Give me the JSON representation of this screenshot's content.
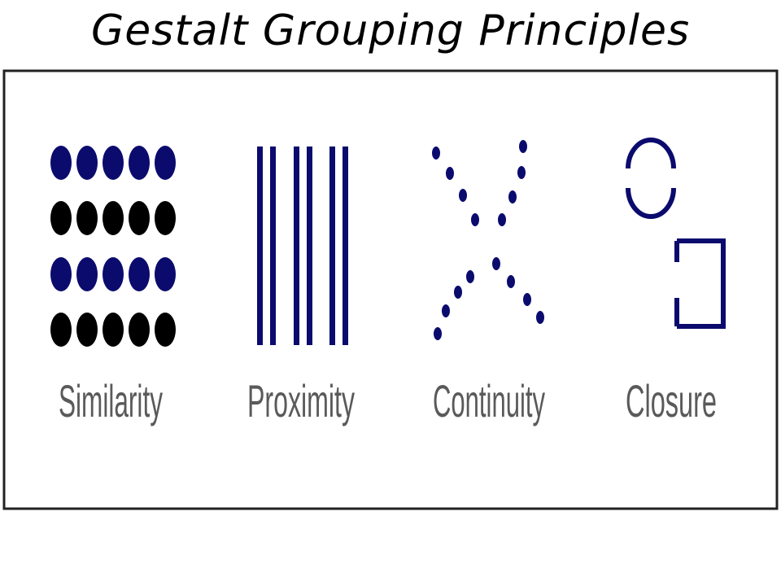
{
  "title": "Gestalt Grouping Principles",
  "colors": {
    "navy": "#0b0b6e",
    "black": "#000000",
    "label_gray": "#5a5a5a",
    "frame": "#222222"
  },
  "principles": [
    {
      "label": "Similarity"
    },
    {
      "label": "Proximity"
    },
    {
      "label": "Continuity"
    },
    {
      "label": "Closure"
    }
  ],
  "similarity_rows": [
    "navy",
    "black",
    "navy",
    "black"
  ]
}
